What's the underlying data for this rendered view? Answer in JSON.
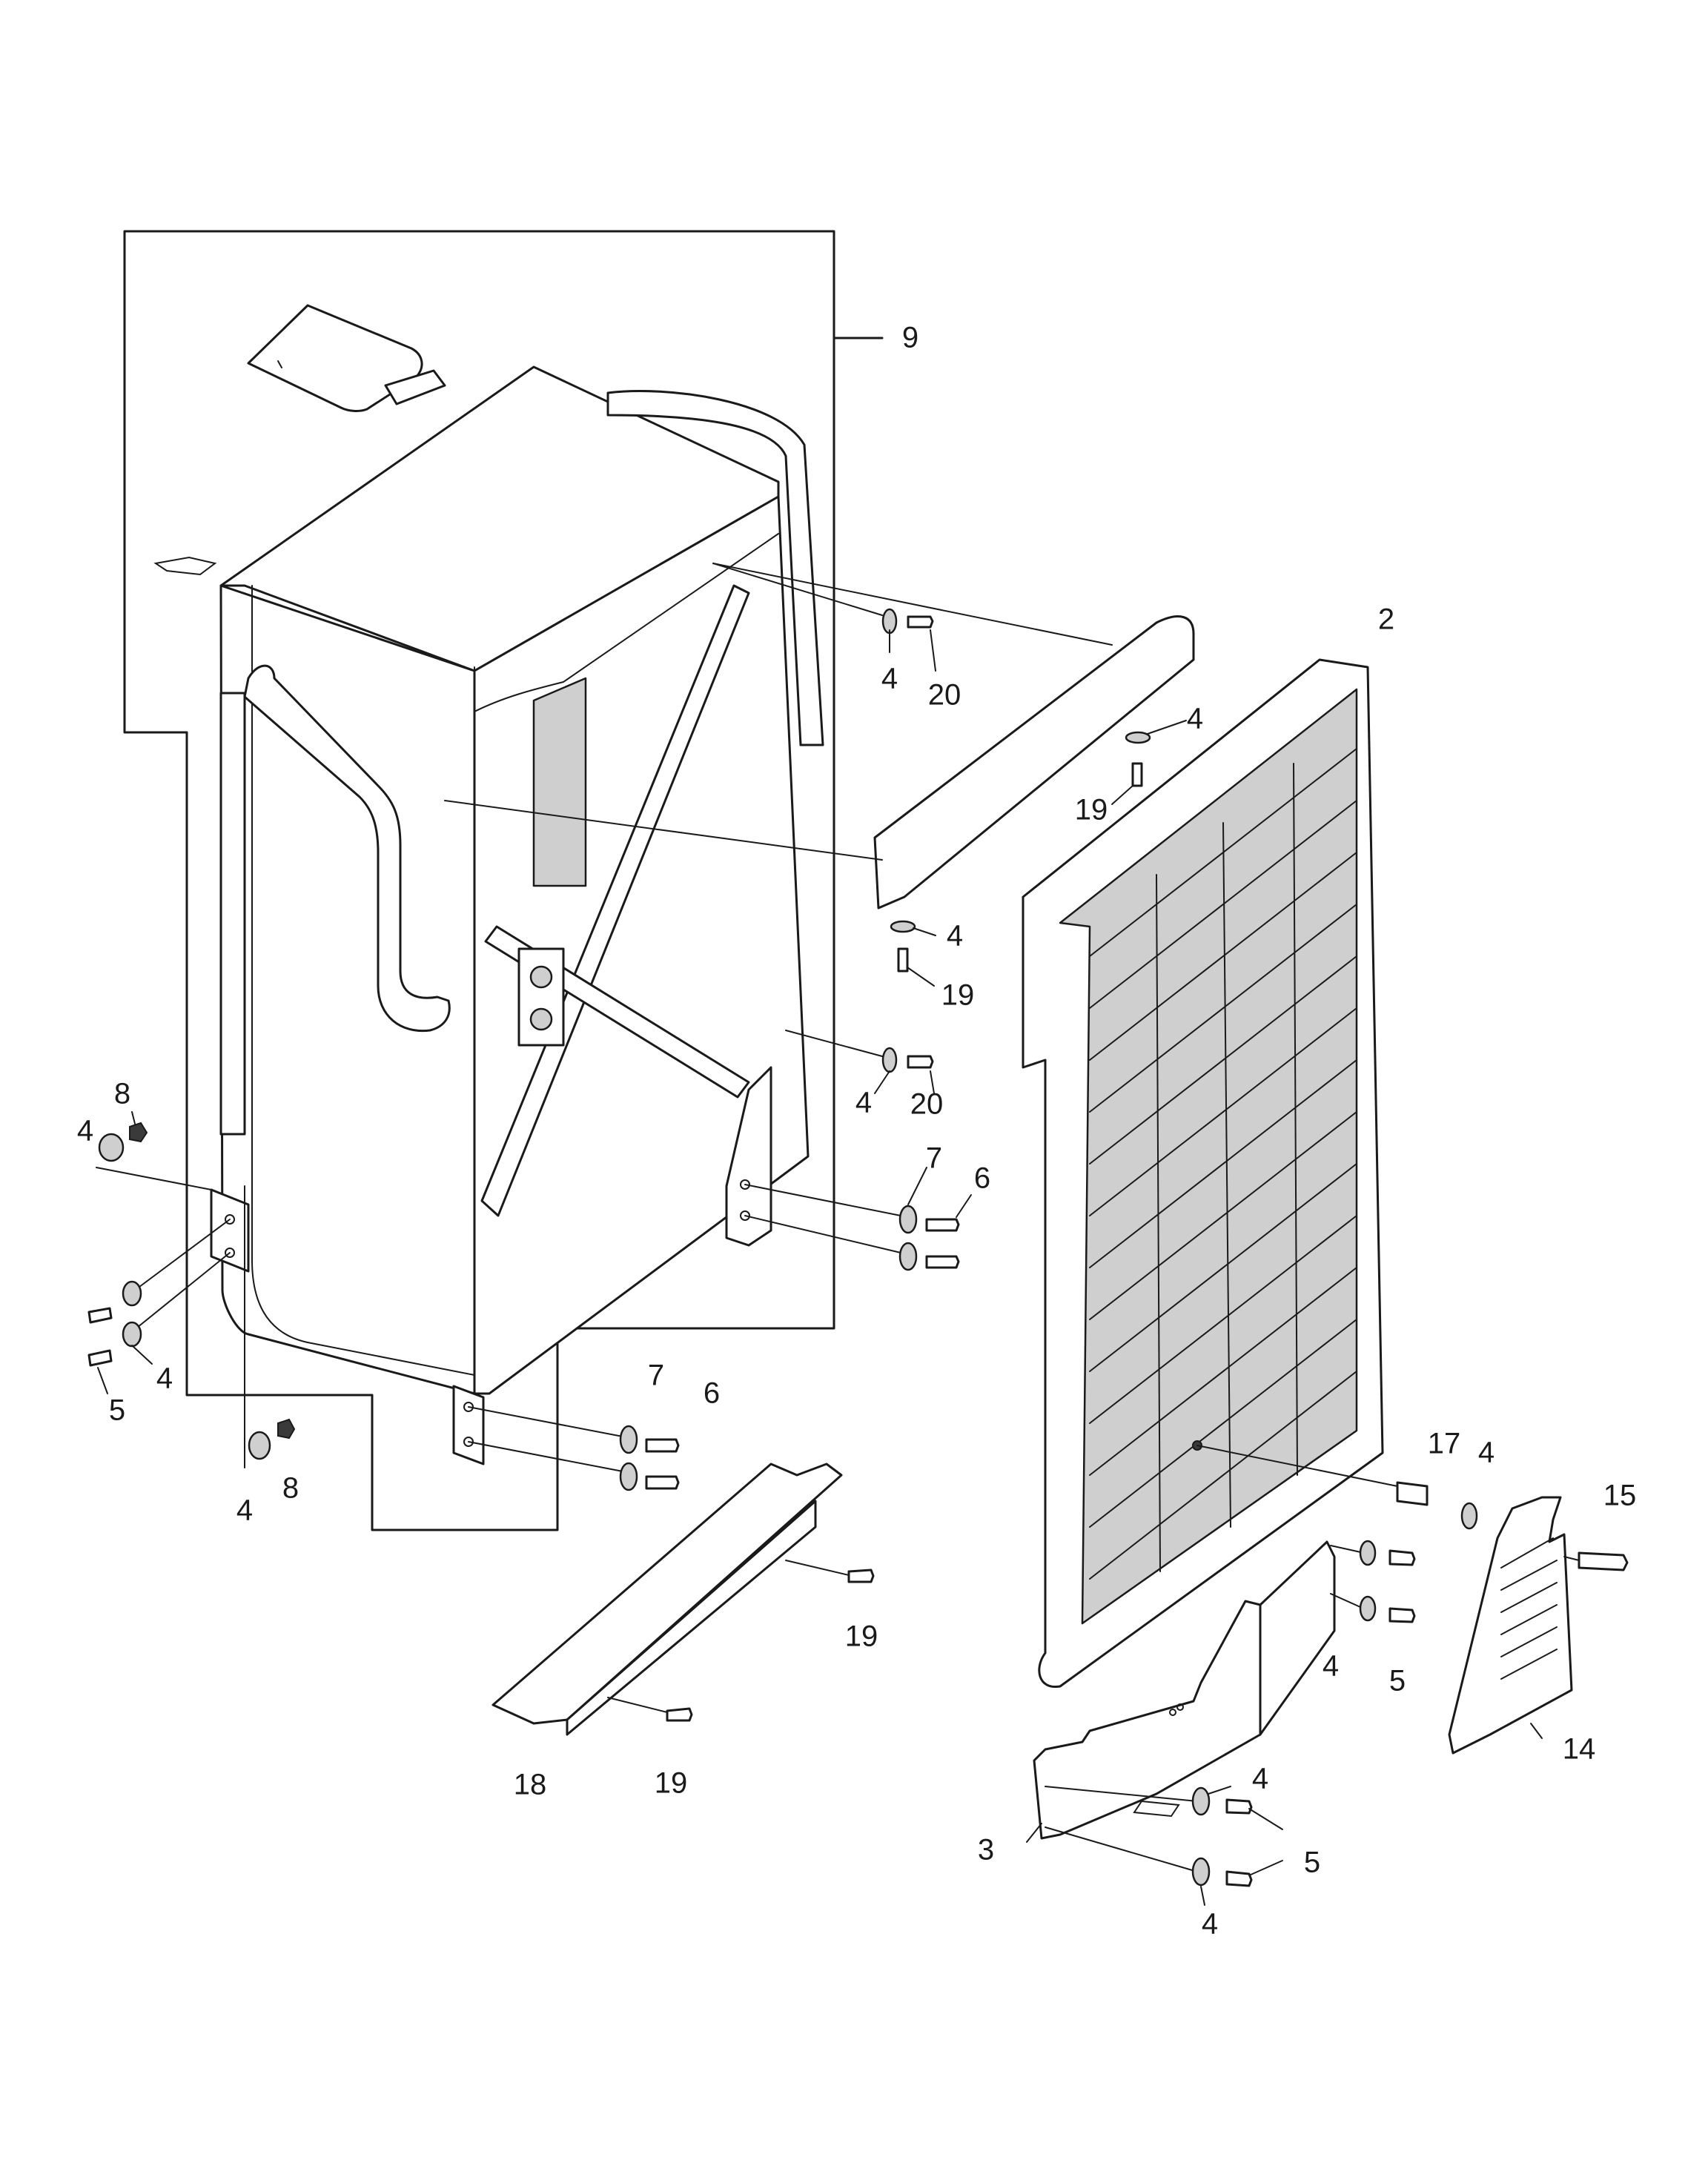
{
  "callouts": {
    "c_9": "9",
    "c_2": "2",
    "c_4a": "4",
    "c_20a": "20",
    "c_4b": "4",
    "c_19a": "19",
    "c_4c": "4",
    "c_19b": "19",
    "c_4d": "4",
    "c_20b": "20",
    "c_8a": "8",
    "c_4e": "4",
    "c_7a": "7",
    "c_6a": "6",
    "c_4f": "4",
    "c_5a": "5",
    "c_7b": "7",
    "c_6b": "6",
    "c_4g": "4",
    "c_8b": "8",
    "c_17": "17",
    "c_4h": "4",
    "c_15": "15",
    "c_19c": "19",
    "c_4i": "4",
    "c_5b": "5",
    "c_14": "14",
    "c_18": "18",
    "c_19d": "19",
    "c_4j": "4",
    "c_3": "3",
    "c_5c": "5",
    "c_4k": "4"
  }
}
